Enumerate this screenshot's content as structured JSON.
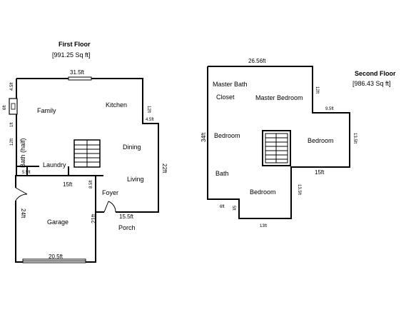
{
  "first_floor": {
    "title": "First Floor",
    "area": "[991.25 Sq ft]",
    "rooms": {
      "family": "Family",
      "kitchen": "Kitchen",
      "dining": "Dining",
      "living": "Living",
      "laundry": "Laundry",
      "bath_half": "Bath (half)",
      "foyer": "Foyer",
      "garage": "Garage",
      "porch": "Porch"
    },
    "dimensions": {
      "top": "31.5ft",
      "left_upper": "4.5ft",
      "left_6": "6ft",
      "left_1": "1ft",
      "left_12": "12ft",
      "kitchen_12": "12ft",
      "kitchen_4_5": "4.5ft",
      "right_22": "22ft",
      "laundry_5_5": "5.5ft",
      "mid_15": "15ft",
      "foyer_8_5": "8.5ft",
      "garage_24": "24ft",
      "garage_21": "21ft",
      "porch_15_5": "15.5ft",
      "garage_bottom": "20.5ft"
    }
  },
  "second_floor": {
    "title": "Second Floor",
    "area": "[986.43 Sq ft]",
    "rooms": {
      "master_bath": "Master Bath",
      "closet": "Closet",
      "master_bedroom": "Master Bedroom",
      "bedroom_left": "Bedroom",
      "bedroom_right": "Bedroom",
      "bath": "Bath",
      "bedroom_bottom": "Bedroom"
    },
    "dimensions": {
      "top": "26.56ft",
      "left": "34ft",
      "right_12": "12ft",
      "step_9_5": "9.5ft",
      "right_13_5": "13.5ft",
      "mid_15": "15ft",
      "lower_13_5": "13.5ft",
      "bottom_13": "13ft",
      "bottom_6": "6ft",
      "bottom_5": "5ft"
    }
  }
}
